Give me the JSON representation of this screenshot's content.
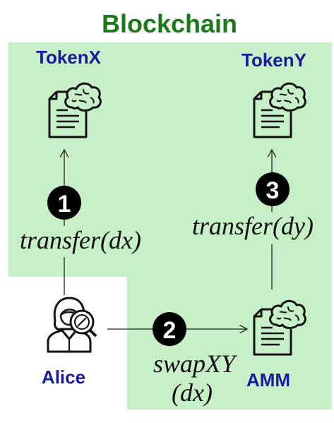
{
  "title": "Blockchain",
  "nodes": {
    "token_x": "TokenX",
    "token_y": "TokenY",
    "alice": "Alice",
    "amm": "AMM"
  },
  "steps": [
    {
      "number": "1",
      "label": "transfer(dx)"
    },
    {
      "number": "2",
      "label_line1": "swapXY",
      "label_line2": "(dx)"
    },
    {
      "number": "3",
      "label": "transfer(dy)"
    }
  ],
  "colors": {
    "title": "#1a7a1a",
    "region": "#c8f0c8",
    "node_label": "#1a1aa0",
    "stroke": "#222222",
    "badge": "#000000",
    "badge_text": "#ffffff"
  },
  "icons": {
    "contract": "smart-contract-brain-icon",
    "user": "user-magnifier-icon"
  }
}
